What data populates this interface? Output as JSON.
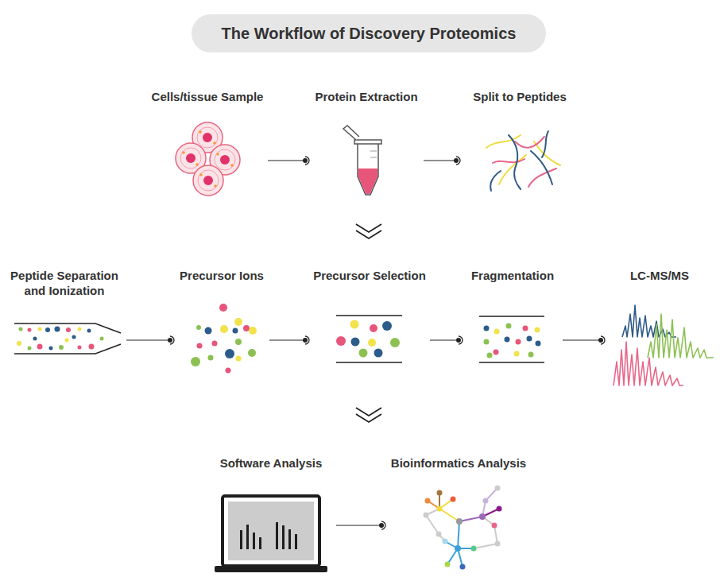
{
  "diagram": {
    "title": "The Workflow of Discovery Proteomics",
    "nodes": [
      {
        "text": [
          "Cells/tissue Sample"
        ]
      },
      {
        "text": [
          "Protein Extraction"
        ]
      },
      {
        "text": [
          "Split to Peptides"
        ]
      },
      {
        "text": [
          "Peptide Separation and Ionization"
        ]
      },
      {
        "text": [
          "Precursor Ions"
        ]
      },
      {
        "text": [
          "Precursor Selection"
        ]
      },
      {
        "text": [
          "Fragmentation"
        ]
      },
      {
        "text": [
          "LC-MS/MS"
        ]
      },
      {
        "text": [
          "Software Analysis"
        ]
      },
      {
        "text": [
          "Bioinformatics Analysis"
        ]
      }
    ],
    "edges": [
      {
        "from": 0,
        "to": 1,
        "arrow": "to"
      },
      {
        "from": 1,
        "to": 2,
        "arrow": "to"
      },
      {
        "from": 3,
        "to": 4,
        "arrow": "to"
      },
      {
        "from": 4,
        "to": 5,
        "arrow": "to"
      },
      {
        "from": 5,
        "to": 6,
        "arrow": "to"
      },
      {
        "from": 6,
        "to": 7,
        "arrow": "to"
      },
      {
        "from": 8,
        "to": 9,
        "arrow": "to"
      }
    ]
  }
}
